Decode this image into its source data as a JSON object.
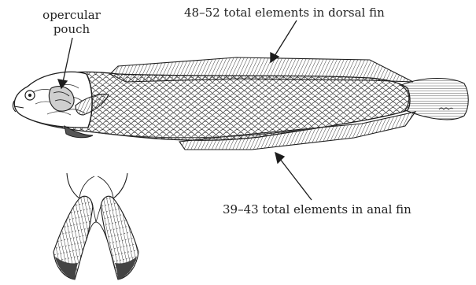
{
  "annotations": {
    "pouch": "opercular pouch",
    "dorsal": "48–52 total elements in dorsal fin",
    "anal": "39–43 total elements in anal fin"
  },
  "colors": {
    "ink": "#1c1c1c",
    "background": "#ffffff"
  }
}
